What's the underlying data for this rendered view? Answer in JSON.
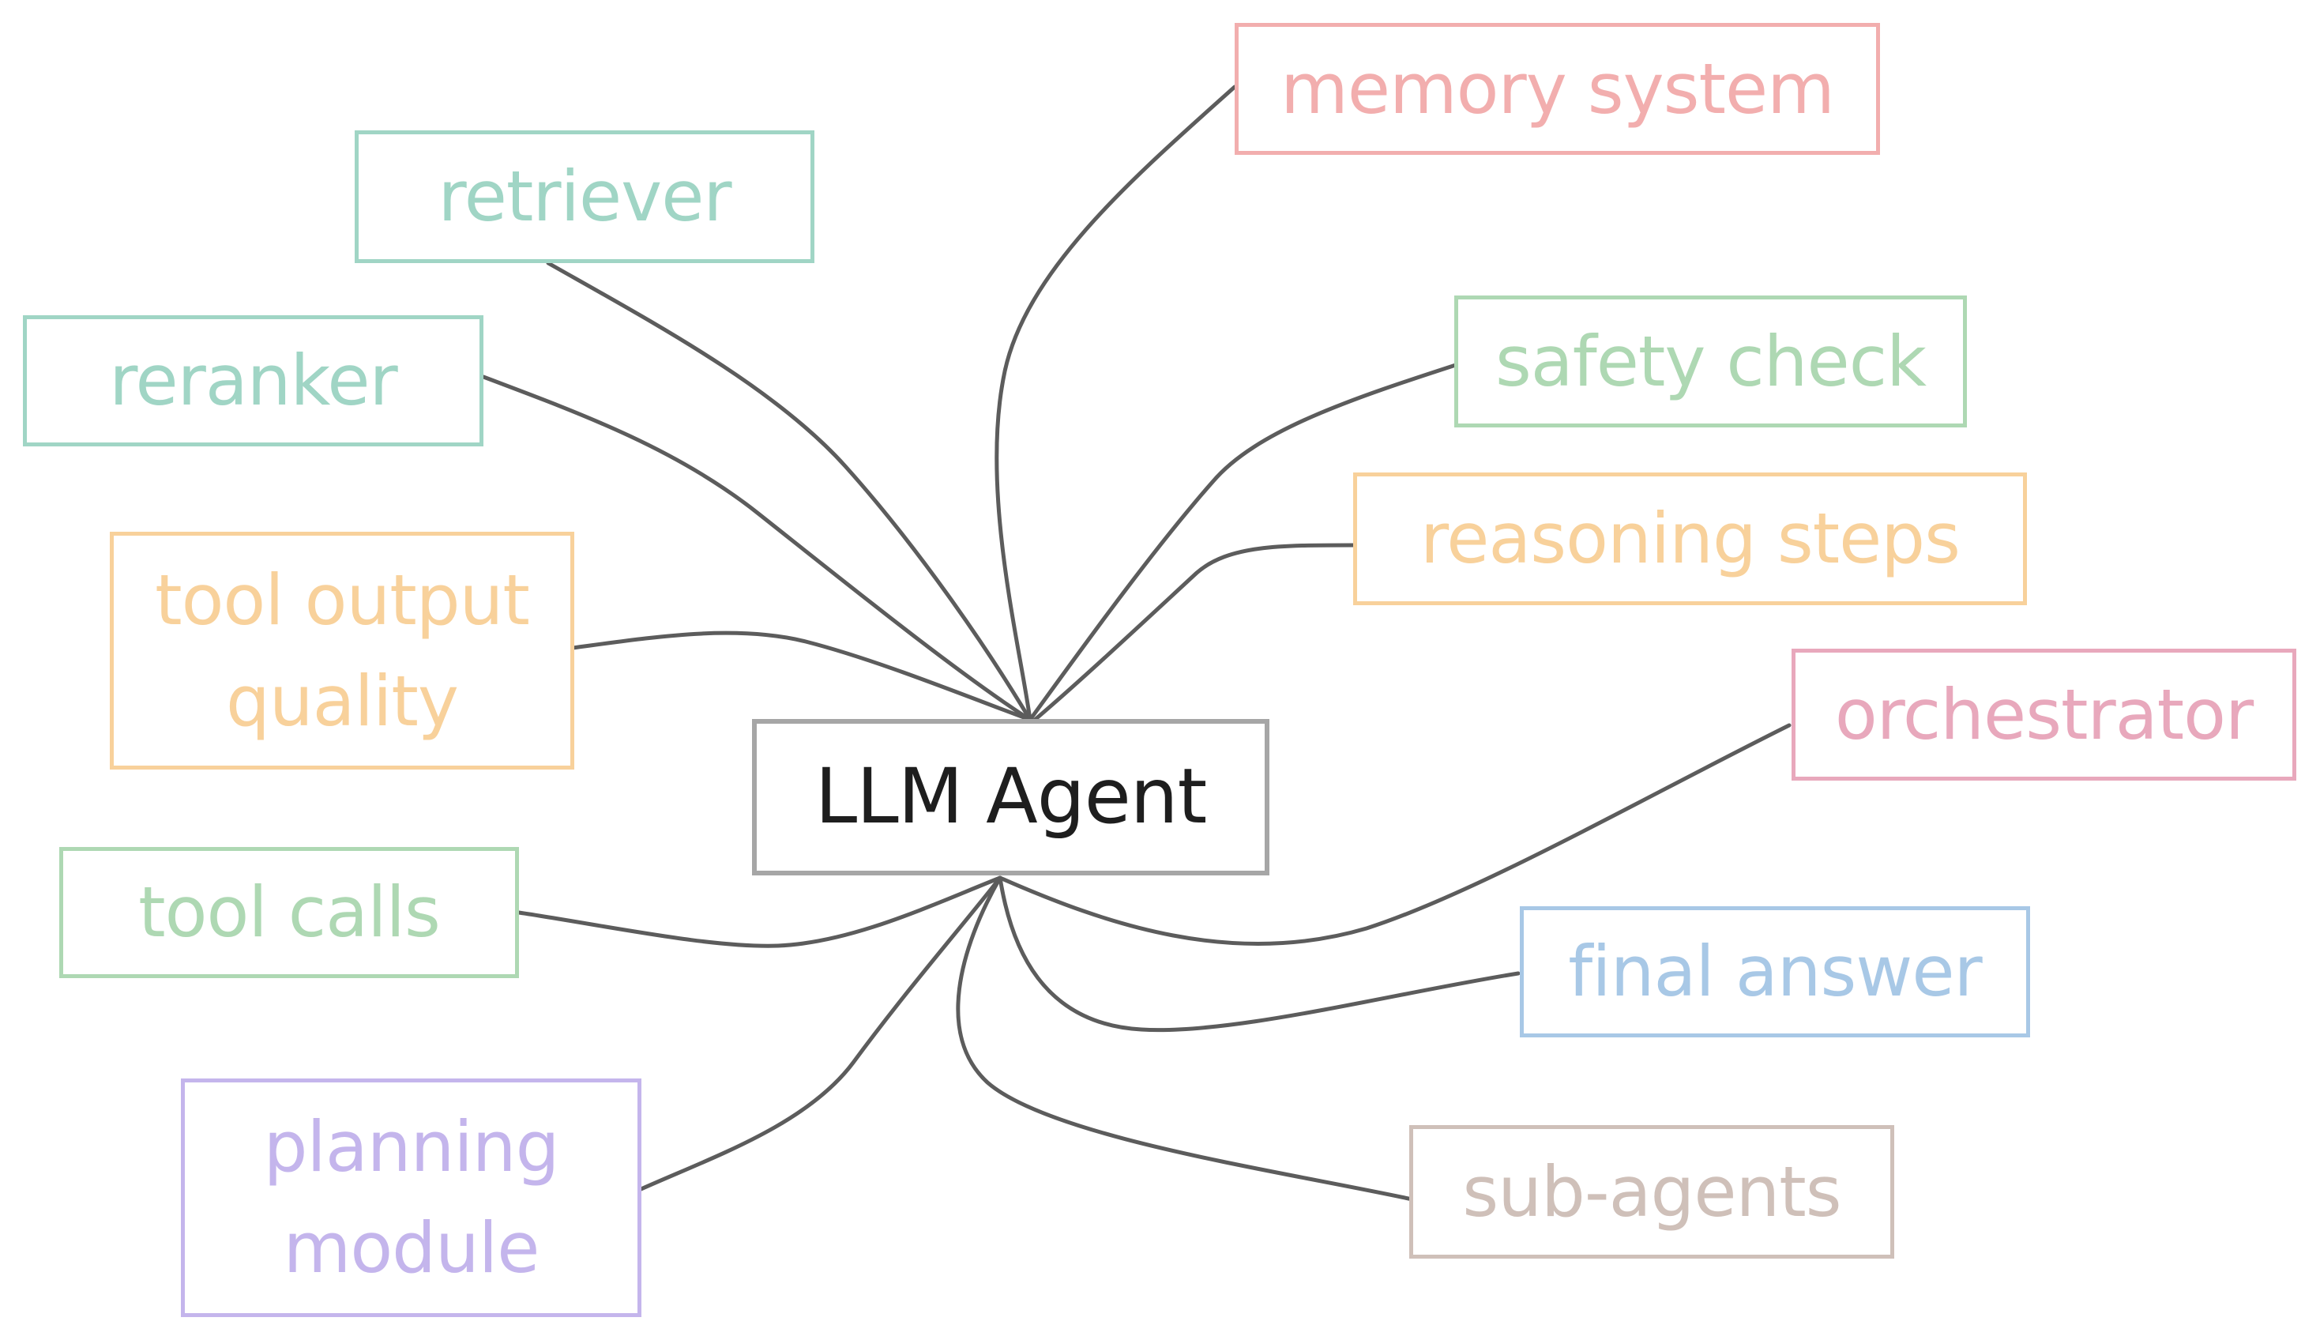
{
  "diagram": {
    "type": "mind-map",
    "center": {
      "id": "llm-agent",
      "label": "LLM Agent",
      "color": "#1e1e1e",
      "border": "#a6a6a6"
    },
    "nodes": [
      {
        "id": "retriever",
        "label": "retriever",
        "color": "#a0d5c5"
      },
      {
        "id": "reranker",
        "label": "reranker",
        "color": "#a0d5c5"
      },
      {
        "id": "tool-output-quality",
        "label": "tool output quality",
        "lines": [
          "tool output",
          "quality"
        ],
        "color": "#f8d19b"
      },
      {
        "id": "tool-calls",
        "label": "tool calls",
        "color": "#aed8b3"
      },
      {
        "id": "planning-module",
        "label": "planning module",
        "lines": [
          "planning",
          "module"
        ],
        "color": "#c4b5ec"
      },
      {
        "id": "memory-system",
        "label": "memory system",
        "color": "#f2aeae"
      },
      {
        "id": "safety-check",
        "label": "safety check",
        "color": "#aed8b3"
      },
      {
        "id": "reasoning-steps",
        "label": "reasoning steps",
        "color": "#f8d19b"
      },
      {
        "id": "orchestrator",
        "label": "orchestrator",
        "color": "#e8a8bc"
      },
      {
        "id": "final-answer",
        "label": "final answer",
        "color": "#a8c8e6"
      },
      {
        "id": "sub-agents",
        "label": "sub-agents",
        "color": "#cfc0b9"
      }
    ],
    "edges": [
      {
        "from": "retriever",
        "to": "llm-agent"
      },
      {
        "from": "reranker",
        "to": "llm-agent"
      },
      {
        "from": "tool-output-quality",
        "to": "llm-agent"
      },
      {
        "from": "memory-system",
        "to": "llm-agent"
      },
      {
        "from": "safety-check",
        "to": "llm-agent"
      },
      {
        "from": "reasoning-steps",
        "to": "llm-agent"
      },
      {
        "from": "tool-calls",
        "to": "llm-agent"
      },
      {
        "from": "planning-module",
        "to": "llm-agent"
      },
      {
        "from": "orchestrator",
        "to": "llm-agent"
      },
      {
        "from": "final-answer",
        "to": "llm-agent"
      },
      {
        "from": "sub-agents",
        "to": "llm-agent"
      }
    ],
    "edge_color": "#5c5c5c"
  }
}
